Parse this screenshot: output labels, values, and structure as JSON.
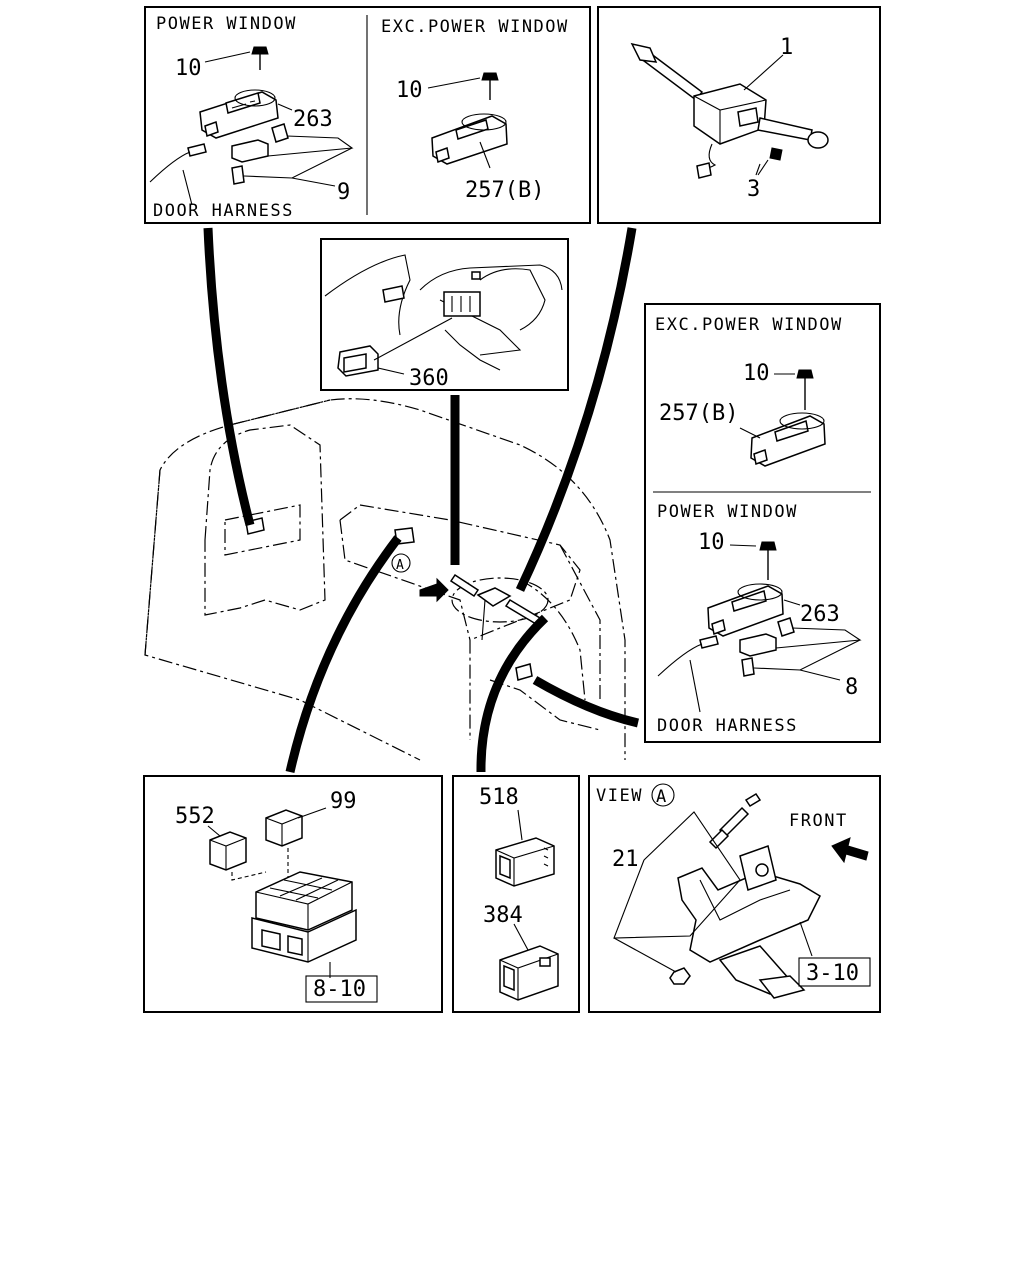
{
  "panels": {
    "top_left": {
      "header_left": "POWER WINDOW",
      "header_right": "EXC.POWER WINDOW",
      "labels": {
        "screw_a": "10",
        "module": "263",
        "bracket": "9",
        "harness": "DOOR HARNESS",
        "screw_b": "10",
        "switch": "257(B)"
      }
    },
    "top_right": {
      "labels": {
        "combo_switch": "1",
        "screw": "3"
      }
    },
    "center": {
      "labels": {
        "switch": "360"
      }
    },
    "right": {
      "header_top": "EXC.POWER WINDOW",
      "header_bottom": "POWER WINDOW",
      "labels": {
        "screw_a": "10",
        "switch": "257(B)",
        "screw_b": "10",
        "module": "263",
        "bracket": "8",
        "harness": "DOOR HARNESS"
      }
    },
    "bottom_left": {
      "labels": {
        "relay_a": "552",
        "relay_b": "99",
        "ref": "8-10"
      }
    },
    "bottom_mid": {
      "labels": {
        "switch_a": "518",
        "switch_b": "384"
      }
    },
    "bottom_right": {
      "header": "VIEW",
      "view_marker": "A",
      "front": "FRONT",
      "labels": {
        "bracket": "21",
        "ref": "3-10"
      }
    },
    "main": {
      "view_marker": "A"
    }
  },
  "colors": {
    "line": "#000000",
    "background": "#ffffff"
  }
}
